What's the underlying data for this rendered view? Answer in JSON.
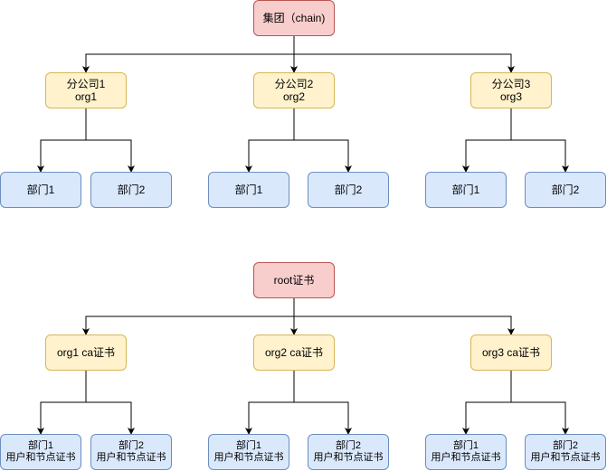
{
  "top": {
    "root": "集团（chain)",
    "orgs": [
      {
        "line1": "分公司1",
        "line2": "org1",
        "depts": [
          "部门1",
          "部门2"
        ]
      },
      {
        "line1": "分公司2",
        "line2": "org2",
        "depts": [
          "部门1",
          "部门2"
        ]
      },
      {
        "line1": "分公司3",
        "line2": "org3",
        "depts": [
          "部门1",
          "部门2"
        ]
      }
    ]
  },
  "bottom": {
    "root": "root证书",
    "orgs": [
      {
        "label": "org1 ca证书",
        "depts": [
          {
            "line1": "部门1",
            "line2": "用户和节点证书"
          },
          {
            "line1": "部门2",
            "line2": "用户和节点证书"
          }
        ]
      },
      {
        "label": "org2 ca证书",
        "depts": [
          {
            "line1": "部门1",
            "line2": "用户和节点证书"
          },
          {
            "line1": "部门2",
            "line2": "用户和节点证书"
          }
        ]
      },
      {
        "label": "org3 ca证书",
        "depts": [
          {
            "line1": "部门1",
            "line2": "用户和节点证书"
          },
          {
            "line1": "部门2",
            "line2": "用户和节点证书"
          }
        ]
      }
    ]
  },
  "colors": {
    "root_fill": "#f8cecc",
    "root_stroke": "#b85450",
    "org_fill": "#fff2cc",
    "org_stroke": "#d6b656",
    "dept_fill": "#dae8fc",
    "dept_stroke": "#6c8ebf",
    "edge": "#000000"
  }
}
